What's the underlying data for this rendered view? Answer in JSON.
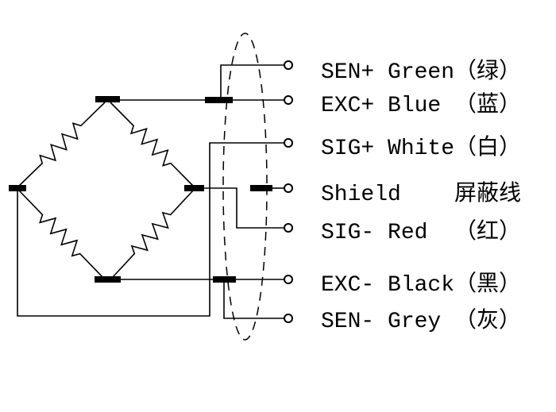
{
  "diagram": {
    "background_color": "#ffffff",
    "line_color": "#000000",
    "wires": [
      {
        "signal": "SEN+",
        "label": "SEN+ Green（绿）"
      },
      {
        "signal": "EXC+",
        "label": "EXC+ Blue （蓝）"
      },
      {
        "signal": "SIG+",
        "label": "SIG+ White（白）"
      },
      {
        "signal": "Shield",
        "label": "Shield    屏蔽线"
      },
      {
        "signal": "SIG-",
        "label": "SIG- Red  （红）"
      },
      {
        "signal": "EXC-",
        "label": "EXC- Black（黑）"
      },
      {
        "signal": "SEN-",
        "label": "SEN- Grey （灰）"
      }
    ]
  }
}
